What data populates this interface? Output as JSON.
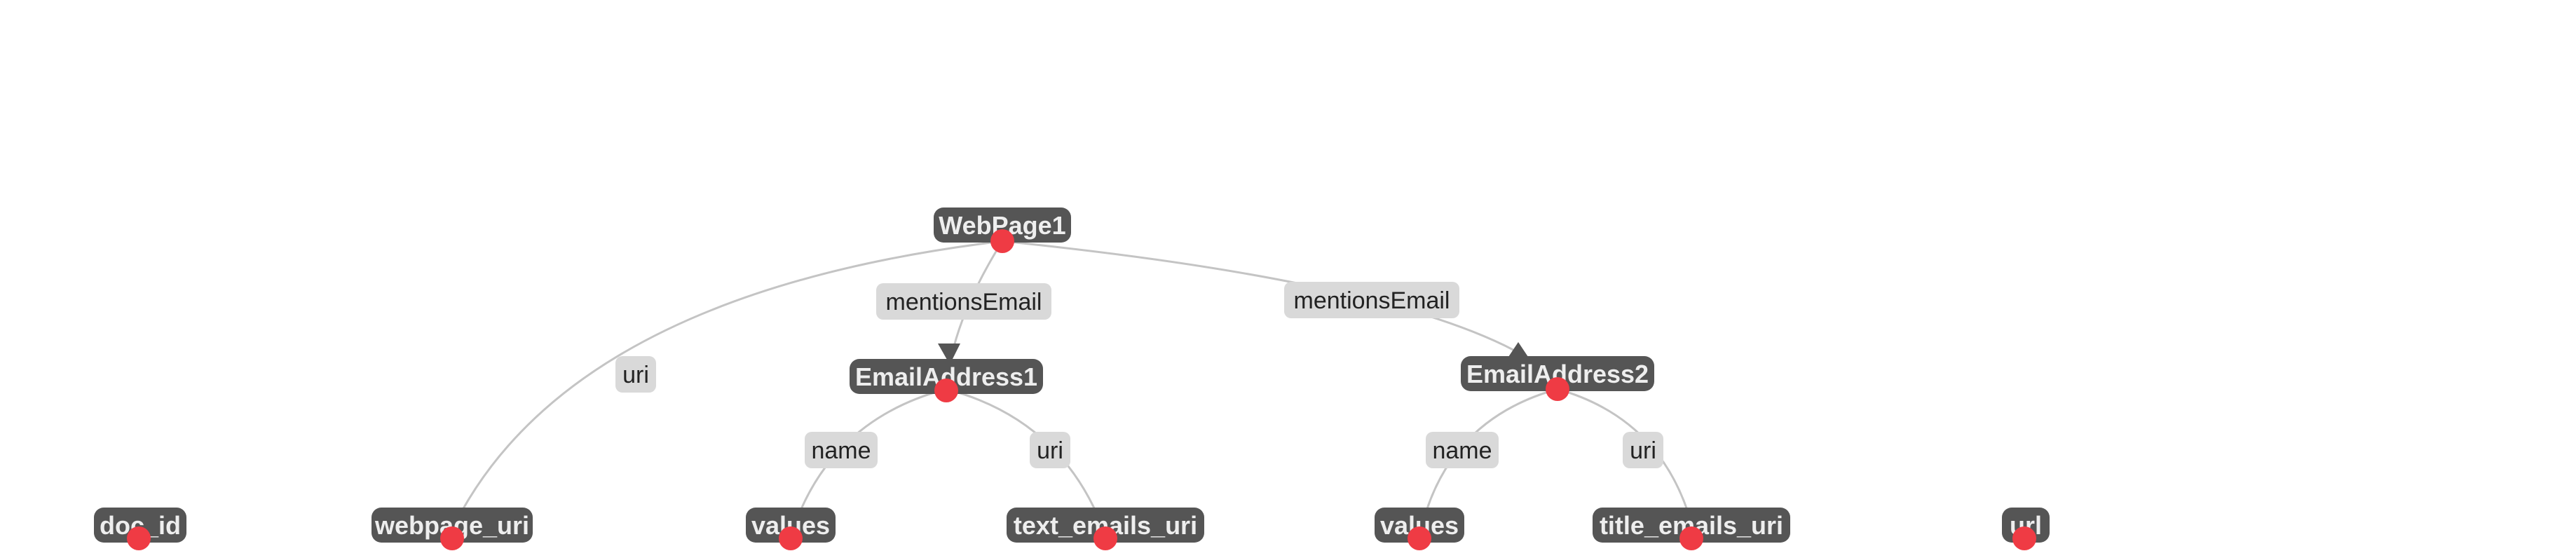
{
  "graph": {
    "nodes": [
      {
        "id": "webpage1",
        "label": "WebPage1"
      },
      {
        "id": "email1",
        "label": "EmailAddress1"
      },
      {
        "id": "email2",
        "label": "EmailAddress2"
      },
      {
        "id": "doc_id",
        "label": "doc_id"
      },
      {
        "id": "webpage_uri",
        "label": "webpage_uri"
      },
      {
        "id": "values1",
        "label": "values"
      },
      {
        "id": "text_emails_uri",
        "label": "text_emails_uri"
      },
      {
        "id": "values2",
        "label": "values"
      },
      {
        "id": "title_emails_uri",
        "label": "title_emails_uri"
      },
      {
        "id": "url",
        "label": "url"
      }
    ],
    "edges": [
      {
        "id": "e_uri_webpage",
        "label": "uri"
      },
      {
        "id": "e_mentions1",
        "label": "mentionsEmail"
      },
      {
        "id": "e_mentions2",
        "label": "mentionsEmail"
      },
      {
        "id": "e_name1",
        "label": "name"
      },
      {
        "id": "e_uri1",
        "label": "uri"
      },
      {
        "id": "e_name2",
        "label": "name"
      },
      {
        "id": "e_uri2",
        "label": "uri"
      }
    ]
  },
  "colors": {
    "node_fill": "#555555",
    "node_text": "#eeeeee",
    "edge_stroke": "#c4c4c4",
    "edge_label_bg": "#d9d9d9",
    "dot": "#ef3b44"
  }
}
